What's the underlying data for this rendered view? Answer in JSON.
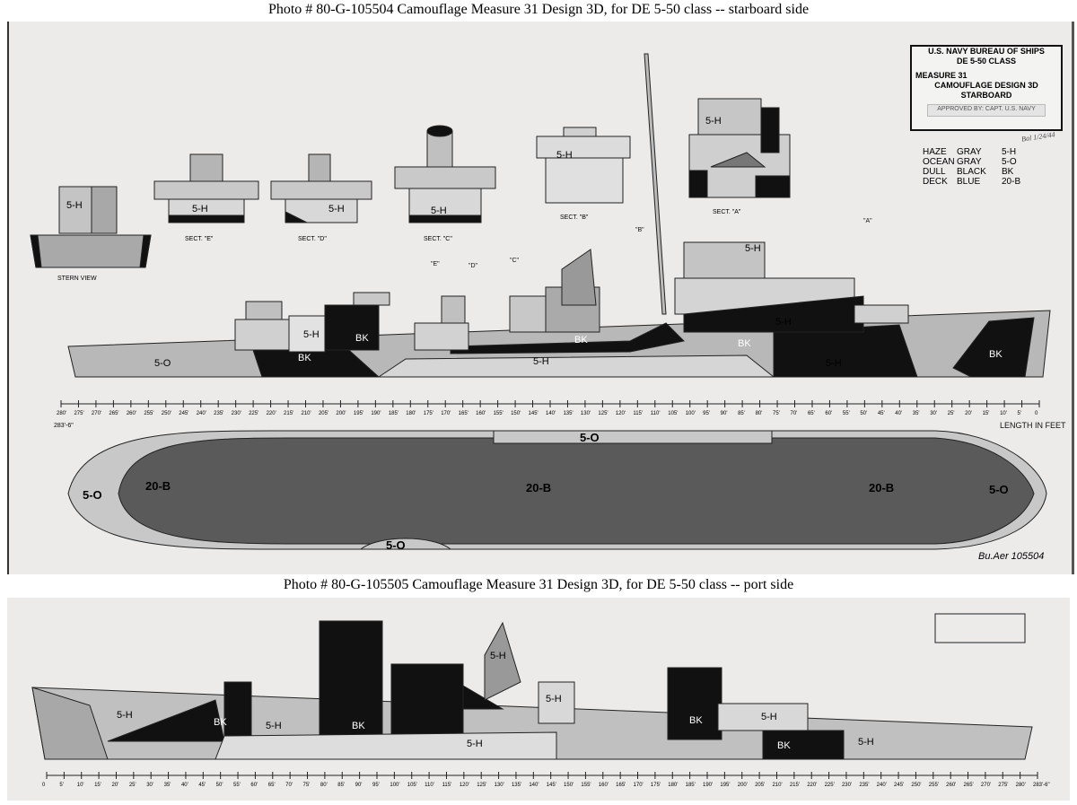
{
  "captions": {
    "top": "Photo #  80-G-105504    Camouflage Measure 31 Design 3D, for DE 5-50 class -- starboard side",
    "bottom": "Photo #  80-G-105505    Camouflage Measure 31 Design 3D, for DE 5-50 class -- port side"
  },
  "title_block": {
    "line1": "U.S. NAVY   BUREAU OF SHIPS",
    "line2": "DE 5-50 CLASS",
    "line3": "MEASURE 31",
    "line4": "CAMOUFLAGE DESIGN 3D",
    "line5": "STARBOARD",
    "stamp": "APPROVED BY: CAPT. U.S. NAVY",
    "initials": "Bal 1/24/44"
  },
  "legend": [
    {
      "a": "HAZE",
      "b": "GRAY",
      "code": "5-H"
    },
    {
      "a": "OCEAN",
      "b": "GRAY",
      "code": "5-O"
    },
    {
      "a": "DULL",
      "b": "BLACK",
      "code": "BK"
    },
    {
      "a": "DECK",
      "b": "BLUE",
      "code": "20-B"
    }
  ],
  "colors": {
    "haze_gray": "#bdbdbd",
    "ocean_gray": "#9a9a9a",
    "dull_black": "#111111",
    "deck_blue": "#555555",
    "paper": "#ecebea"
  },
  "labels": {
    "stern_view": "STERN VIEW",
    "sect_e": "SECT. \"E\"",
    "sect_d": "SECT. \"D\"",
    "sect_c": "SECT. \"C\"",
    "sect_b": "SECT. \"B\"",
    "sect_a": "SECT. \"A\"",
    "mark_e": "\"E\"",
    "mark_d": "\"D\"",
    "mark_c": "\"C\"",
    "mark_b": "\"B\"",
    "mark_a": "\"A\"",
    "h": "5-H",
    "o": "5-O",
    "bk": "BK",
    "b20": "20-B",
    "length": "LENGTH IN FEET",
    "overall": "283'-6\"",
    "bu": "Bu.Aer 105504"
  },
  "scale_top": [
    "280'",
    "275'",
    "270'",
    "265'",
    "260'",
    "255'",
    "250'",
    "245'",
    "240'",
    "235'",
    "230'",
    "225'",
    "220'",
    "215'",
    "210'",
    "205'",
    "200'",
    "195'",
    "190'",
    "185'",
    "180'",
    "175'",
    "170'",
    "165'",
    "160'",
    "155'",
    "150'",
    "145'",
    "140'",
    "135'",
    "130'",
    "125'",
    "120'",
    "115'",
    "110'",
    "105'",
    "100'",
    "95'",
    "90'",
    "85'",
    "80'",
    "75'",
    "70'",
    "65'",
    "60'",
    "55'",
    "50'",
    "45'",
    "40'",
    "35'",
    "30'",
    "25'",
    "20'",
    "15'",
    "10'",
    "5'",
    "0"
  ],
  "scale_bottom": [
    "0",
    "5'",
    "10'",
    "15'",
    "20'",
    "25'",
    "30'",
    "35'",
    "40'",
    "45'",
    "50'",
    "55'",
    "60'",
    "65'",
    "70'",
    "75'",
    "80'",
    "85'",
    "90'",
    "95'",
    "100'",
    "105'",
    "110'",
    "115'",
    "120'",
    "125'",
    "130'",
    "135'",
    "140'",
    "145'",
    "150'",
    "155'",
    "160'",
    "165'",
    "170'",
    "175'",
    "180'",
    "185'",
    "190'",
    "195'",
    "200'",
    "205'",
    "210'",
    "215'",
    "220'",
    "225'",
    "230'",
    "235'",
    "240'",
    "245'",
    "250'",
    "255'",
    "260'",
    "265'",
    "270'",
    "275'",
    "280'",
    "283'-6\""
  ]
}
